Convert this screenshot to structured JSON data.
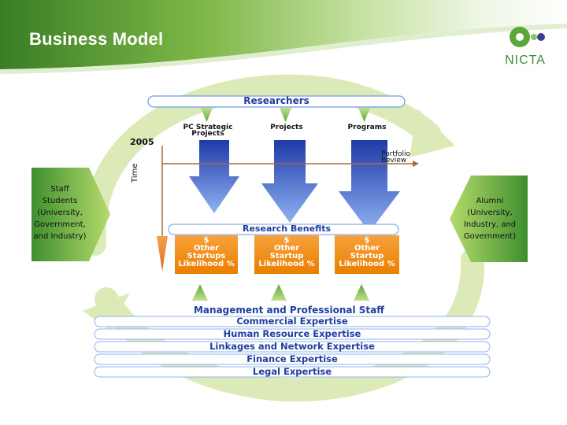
{
  "header": {
    "title": "Business Model",
    "logo_text": "NICTA"
  },
  "diagram": {
    "researchers_label": "Researchers",
    "year_label": "2005",
    "time_label": "Time",
    "portfolio_review_label": "Portfolio\nReview",
    "research_benefits_label": "Research Benefits",
    "management_label": "Management and Professional Staff",
    "columns": [
      {
        "heading": "PC Strategic\nProjects",
        "box": "$\nOther\nStartups\nLikelihood %"
      },
      {
        "heading": "Projects",
        "box": "$\nOther\nStartup\nLikelihood %"
      },
      {
        "heading": "Programs",
        "box": "$\nOther\nStartup\nLikelihood %"
      }
    ],
    "left_panel": "Staff\nStudents\n(University,\nGovernment,\nand Industry)",
    "right_panel": "Alumni\n(University,\nIndustry, and\nGovernment)",
    "expertise": [
      "Commercial Expertise",
      "Human Resource Expertise",
      "Linkages and Network Expertise",
      "Finance Expertise",
      "Legal Expertise"
    ]
  },
  "colors": {
    "green_dark": "#3f8f2f",
    "green_light": "#a8d35e",
    "blue_dark": "#1f3ea0",
    "blue_light": "#6f9ae6",
    "orange": "#f2900f",
    "brown_line": "#a76a3a",
    "pale_green": "#dceab8"
  }
}
